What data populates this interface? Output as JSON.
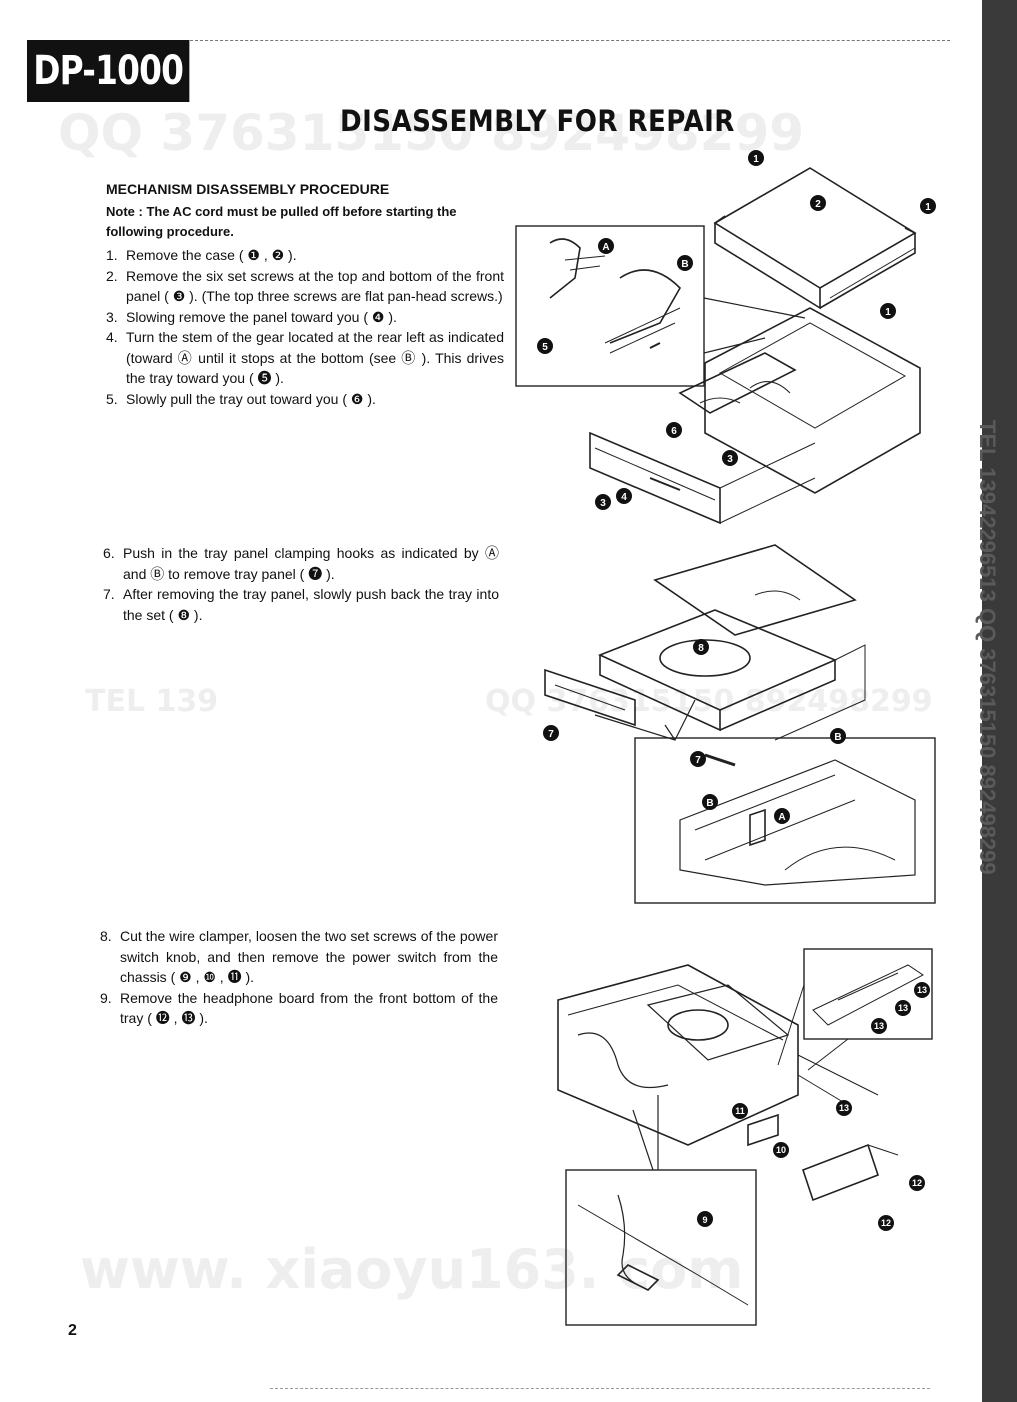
{
  "header": {
    "model_logo": "DP-1000",
    "title": "DISASSEMBLY FOR REPAIR"
  },
  "procedure": {
    "heading": "MECHANISM DISASSEMBLY PROCEDURE",
    "note": "Note : The AC cord must be pulled off before starting the following procedure."
  },
  "steps_group1": [
    {
      "num": "1.",
      "text": "Remove the case ( ❶ , ❷ )."
    },
    {
      "num": "2.",
      "text": "Remove the six set screws at the top and bottom of the front panel ( ❸ ). (The top three screws are flat pan-head screws.)"
    },
    {
      "num": "3.",
      "text": "Slowing remove the panel toward you ( ❹ )."
    },
    {
      "num": "4.",
      "text": "Turn the stem of the gear located at the rear left as indicated (toward Ⓐ until it stops at the bottom (see Ⓑ ). This drives the tray toward you ( ❺ )."
    },
    {
      "num": "5.",
      "text": "Slowly pull the tray out toward you ( ❻ )."
    }
  ],
  "steps_group2": [
    {
      "num": "6.",
      "text": "Push in the tray panel clamping hooks as indicated by Ⓐ and Ⓑ to remove tray panel ( ❼ )."
    },
    {
      "num": "7.",
      "text": "After removing the tray panel, slowly push back the tray into the set ( ❽ )."
    }
  ],
  "steps_group3": [
    {
      "num": "8.",
      "text": "Cut the wire clamper, loosen the two set screws of the power switch knob, and then remove the power switch from the chassis ( ❾ , ❿ , ⓫ )."
    },
    {
      "num": "9.",
      "text": "Remove the headphone board from the front bottom of the tray ( ⓬ , ⓭ )."
    }
  ],
  "figure_callouts": {
    "fig1": [
      "1",
      "1",
      "2",
      "1",
      "A",
      "B",
      "5",
      "6",
      "3",
      "3",
      "4"
    ],
    "fig2": [
      "8",
      "7",
      "B",
      "7",
      "B",
      "A"
    ],
    "fig3": [
      "13",
      "13",
      "13",
      "13",
      "11",
      "10",
      "12",
      "12",
      "9"
    ]
  },
  "watermarks": {
    "qq": "QQ 376315150  892498299",
    "url": "www. xiaoyu163. com",
    "side_tel": "TEL 13942296513  QQ 376315150  892498299",
    "tel_short": "TEL  139",
    "mid_qq": "QQ  376315150  892498299"
  },
  "footer": {
    "page_number": "2"
  }
}
